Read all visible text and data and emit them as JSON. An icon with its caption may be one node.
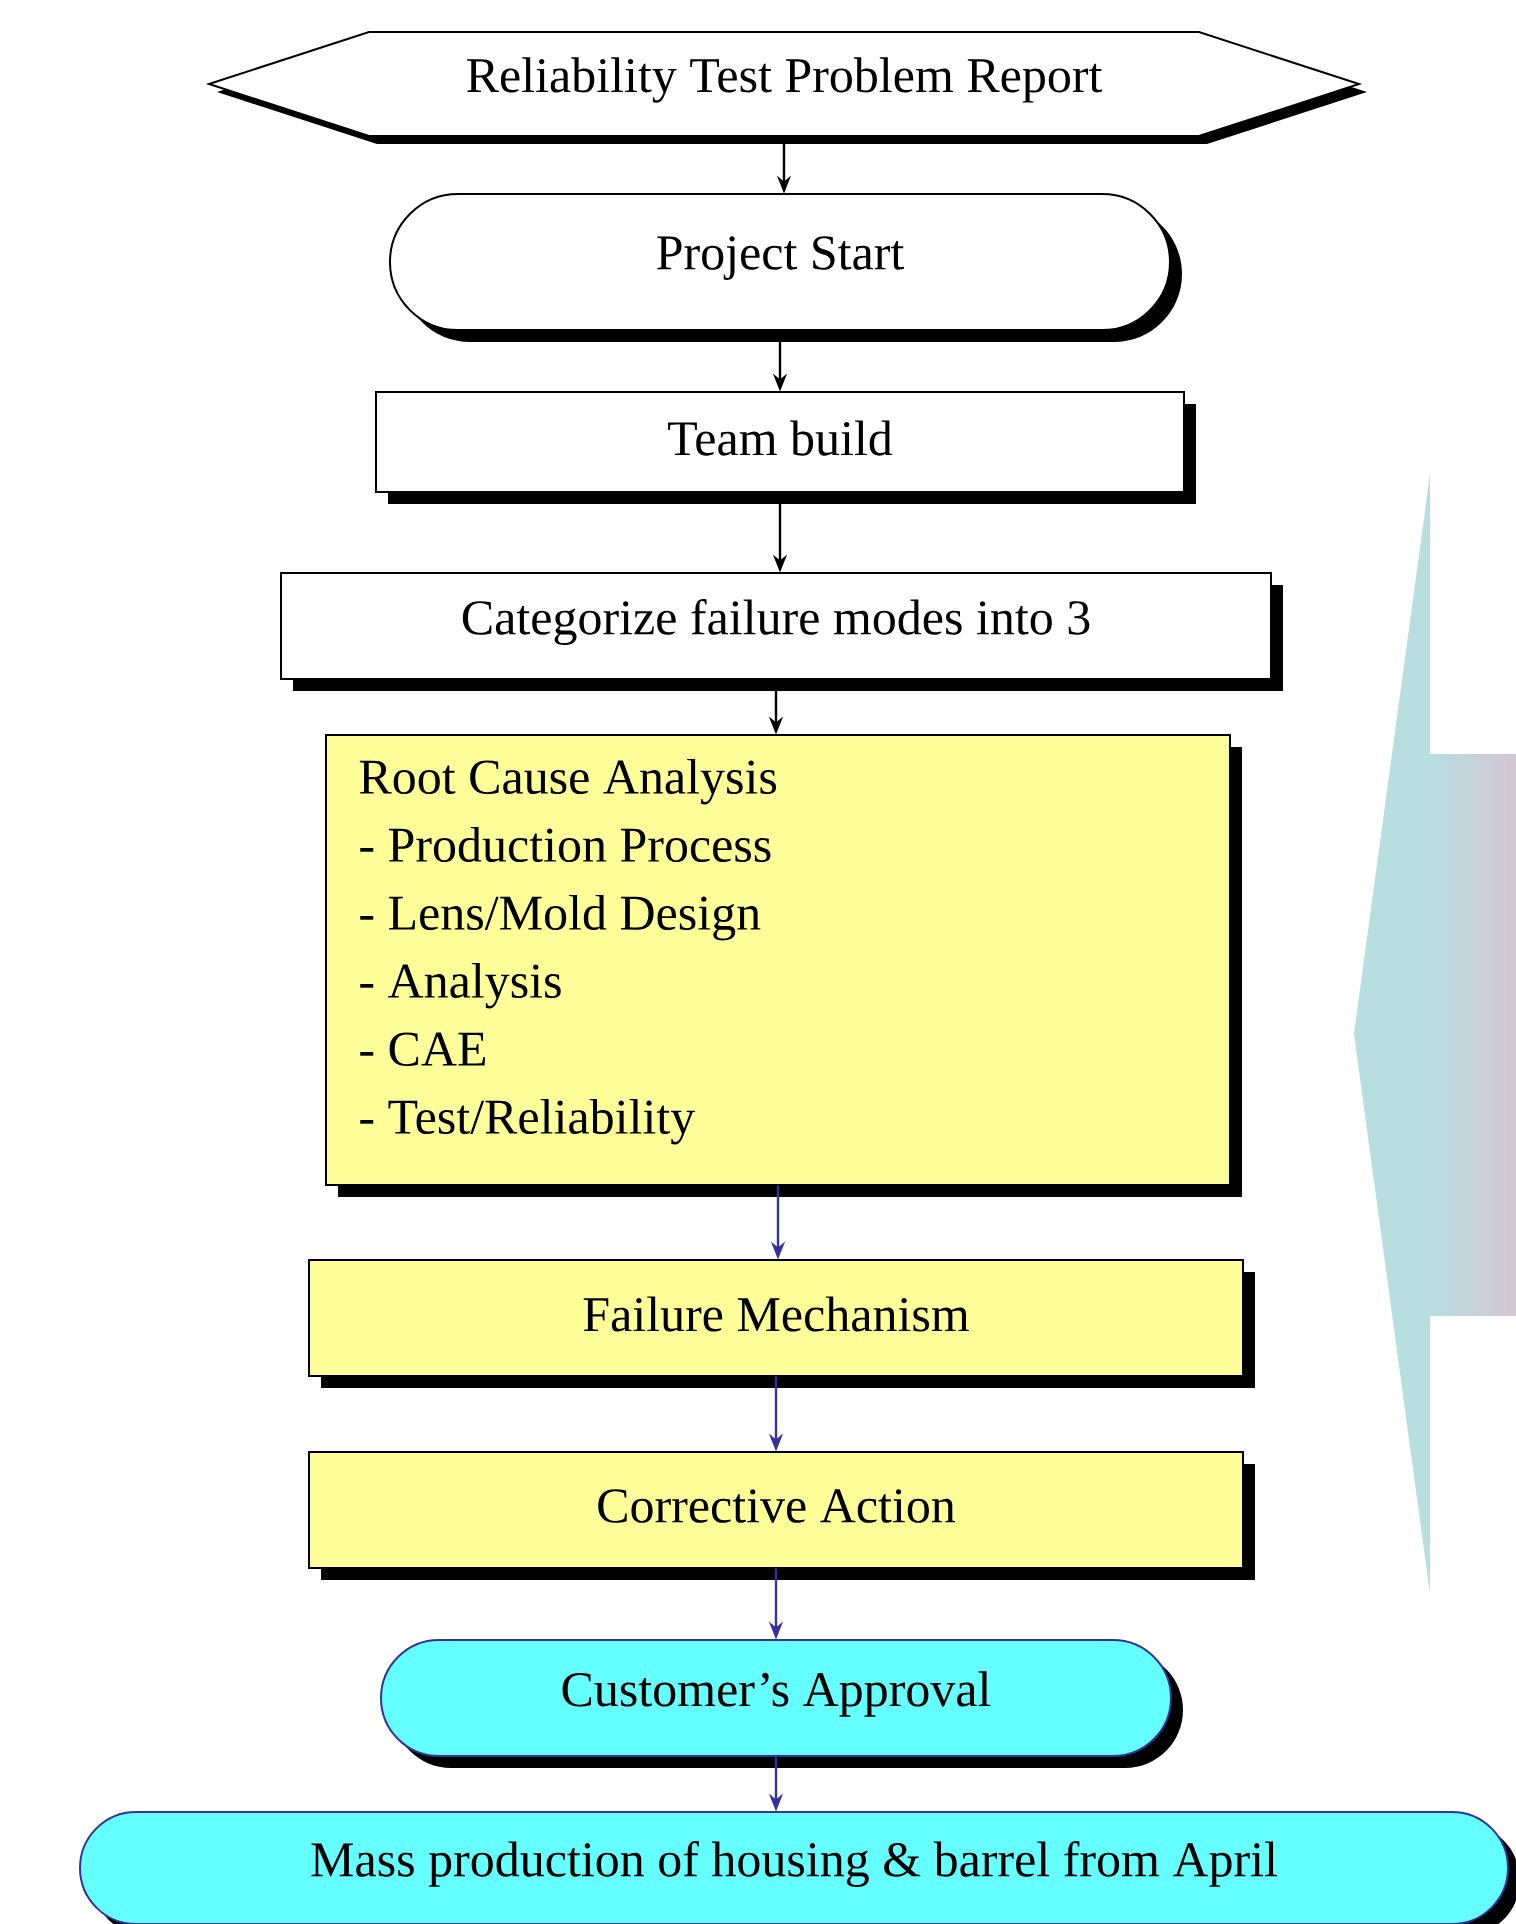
{
  "diagram": {
    "nodes": [
      {
        "text": [
          "Reliability Test Problem Report"
        ]
      },
      {
        "text": [
          "Project Start"
        ]
      },
      {
        "text": [
          "Team build"
        ]
      },
      {
        "text": [
          "Categorize failure modes into 3"
        ]
      },
      {
        "text": [
          "Root Cause Analysis",
          "- Production Process",
          "- Lens/Mold Design",
          "- Analysis",
          "- CAE",
          "- Test/Reliability"
        ]
      },
      {
        "text": [
          "Failure Mechanism"
        ]
      },
      {
        "text": [
          "Corrective Action"
        ]
      },
      {
        "text": [
          "Customer’s Approval"
        ]
      },
      {
        "text": [
          "Mass production of housing & barrel from April"
        ]
      }
    ],
    "edges": [
      {
        "from": 0,
        "to": 1,
        "arrow": "to"
      },
      {
        "from": 1,
        "to": 2,
        "arrow": "to"
      },
      {
        "from": 2,
        "to": 3,
        "arrow": "to"
      },
      {
        "from": 3,
        "to": 4,
        "arrow": "to"
      },
      {
        "from": 4,
        "to": 5,
        "arrow": "to",
        "color": "#333399"
      },
      {
        "from": 5,
        "to": 6,
        "arrow": "to",
        "color": "#333399"
      },
      {
        "from": 6,
        "to": 7,
        "arrow": "to",
        "color": "#333399"
      },
      {
        "from": 7,
        "to": 8,
        "arrow": "to",
        "color": "#333399"
      }
    ]
  }
}
